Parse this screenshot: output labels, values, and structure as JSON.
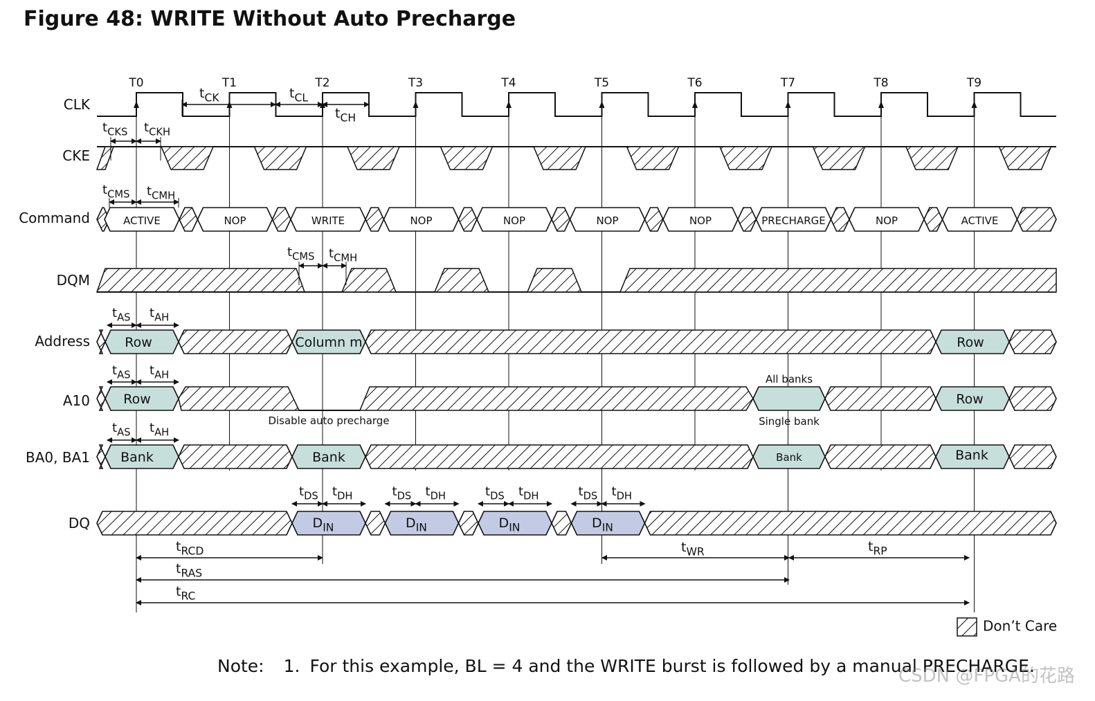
{
  "title": "Figure 48: WRITE Without Auto Precharge",
  "clock_labels": [
    "T0",
    "T1",
    "T2",
    "T3",
    "T4",
    "T5",
    "T6",
    "T7",
    "T8",
    "T9"
  ],
  "signals": {
    "clk": "CLK",
    "cke": "CKE",
    "command": "Command",
    "dqm": "DQM",
    "address": "Address",
    "a10": "A10",
    "ba": "BA0, BA1",
    "dq": "DQ"
  },
  "commands": [
    "ACTIVE",
    "NOP",
    "WRITE",
    "NOP",
    "NOP",
    "NOP",
    "NOP",
    "PRECHARGE",
    "NOP",
    "ACTIVE"
  ],
  "address_values": {
    "row1": "Row",
    "col": "Column m",
    "row2": "Row"
  },
  "a10_values": {
    "row1": "Row",
    "banks": "",
    "row2": "Row"
  },
  "a10_notes": {
    "disable": "Disable auto precharge",
    "all": "All banks",
    "single": "Single bank"
  },
  "ba_values": {
    "bank1": "Bank",
    "bank2": "Bank",
    "bank3": "Bank",
    "bank4": "Bank"
  },
  "dq_value": {
    "main": "D",
    "sub": "IN"
  },
  "timing": [
    {
      "id": "ck",
      "t": "t",
      "sub": "CK"
    },
    {
      "id": "cl",
      "t": "t",
      "sub": "CL"
    },
    {
      "id": "ch",
      "t": "t",
      "sub": "CH"
    },
    {
      "id": "cks",
      "t": "t",
      "sub": "CKS"
    },
    {
      "id": "ckh",
      "t": "t",
      "sub": "CKH"
    },
    {
      "id": "cms",
      "t": "t",
      "sub": "CMS"
    },
    {
      "id": "cmh",
      "t": "t",
      "sub": "CMH"
    },
    {
      "id": "cms2",
      "t": "t",
      "sub": "CMS"
    },
    {
      "id": "cmh2",
      "t": "t",
      "sub": "CMH"
    },
    {
      "id": "as1",
      "t": "t",
      "sub": "AS"
    },
    {
      "id": "ah1",
      "t": "t",
      "sub": "AH"
    },
    {
      "id": "as2",
      "t": "t",
      "sub": "AS"
    },
    {
      "id": "ah2",
      "t": "t",
      "sub": "AH"
    },
    {
      "id": "as3",
      "t": "t",
      "sub": "AS"
    },
    {
      "id": "ah3",
      "t": "t",
      "sub": "AH"
    },
    {
      "id": "rcd",
      "t": "t",
      "sub": "RCD"
    },
    {
      "id": "ras",
      "t": "t",
      "sub": "RAS"
    },
    {
      "id": "rc",
      "t": "t",
      "sub": "RC"
    },
    {
      "id": "wr",
      "t": "t",
      "sub": "WR"
    },
    {
      "id": "rp",
      "t": "t",
      "sub": "RP"
    },
    {
      "id": "ds",
      "t": "t",
      "sub": "DS"
    },
    {
      "id": "dh",
      "t": "t",
      "sub": "DH"
    }
  ],
  "legend": {
    "label": "Don’t Care"
  },
  "note": {
    "prefix": "Note:",
    "number": "1.",
    "text": "For this example, BL = 4 and the WRITE burst is followed by a manual PRECHARGE."
  },
  "watermark": "CSDN @FPGA的花路",
  "colors": {
    "row_fill": "#c7dfdb",
    "din_fill": "#c3cbe4",
    "line": "#111111"
  }
}
